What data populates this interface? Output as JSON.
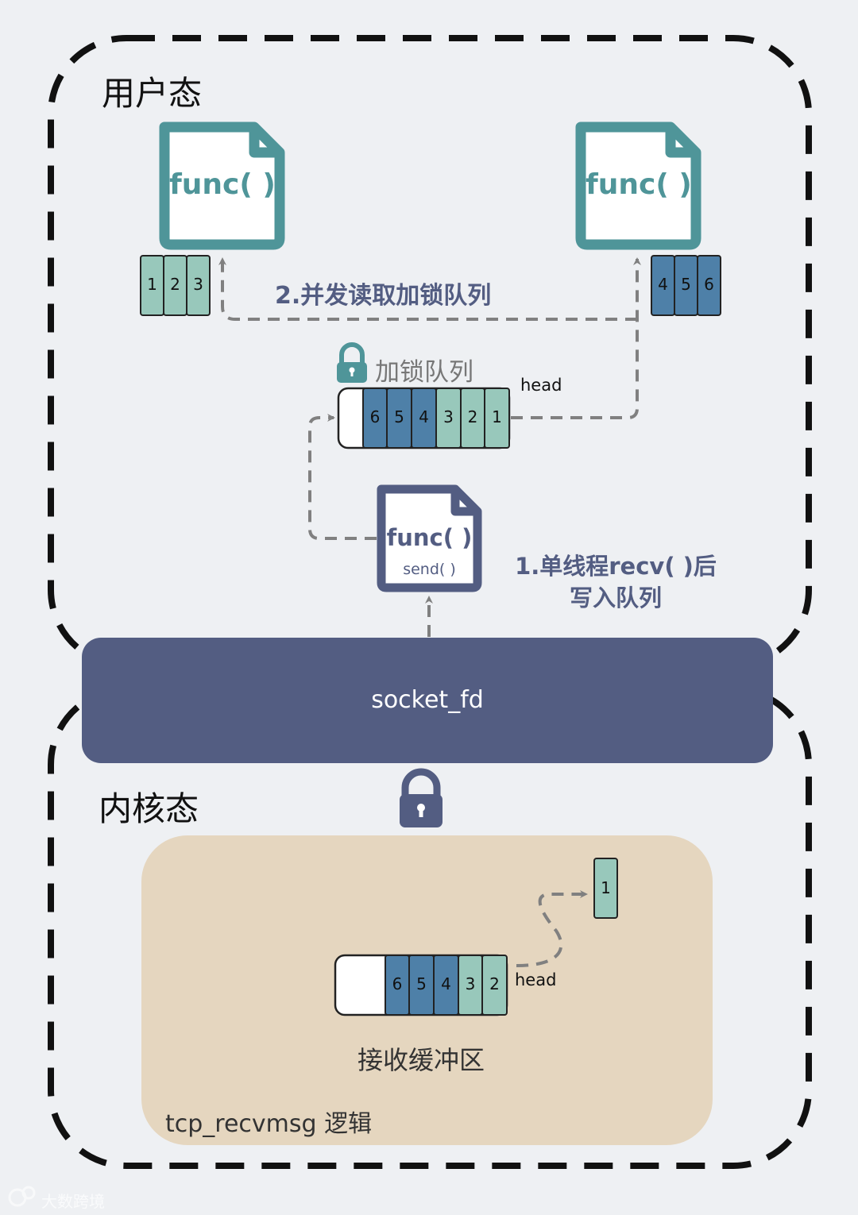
{
  "user_space": {
    "title": "用户态"
  },
  "kernel_space": {
    "title": "内核态"
  },
  "worker_left": {
    "func_label": "func( )",
    "queue": [
      "1",
      "2",
      "3"
    ]
  },
  "worker_right": {
    "func_label": "func( )",
    "queue": [
      "4",
      "5",
      "6"
    ]
  },
  "concurrent_read_label": "2.并发读取加锁队列",
  "locked_queue": {
    "label": "加锁队列",
    "head_label": "head",
    "items": [
      {
        "value": "6",
        "kind": "dark"
      },
      {
        "value": "5",
        "kind": "dark"
      },
      {
        "value": "4",
        "kind": "dark"
      },
      {
        "value": "3",
        "kind": "light"
      },
      {
        "value": "2",
        "kind": "light"
      },
      {
        "value": "1",
        "kind": "light"
      }
    ]
  },
  "recv_thread": {
    "func_label": "func( )",
    "send_label": "send( )"
  },
  "single_thread_label": {
    "line1": "1.单线程recv( )后",
    "line2": "写入队列"
  },
  "socket_label": "socket_fd",
  "kernel_buffer": {
    "head_label": "head",
    "items": [
      {
        "value": "6",
        "kind": "dark"
      },
      {
        "value": "5",
        "kind": "dark"
      },
      {
        "value": "4",
        "kind": "dark"
      },
      {
        "value": "3",
        "kind": "light"
      },
      {
        "value": "2",
        "kind": "light"
      }
    ],
    "popped_item": "1",
    "label": "接收缓冲区",
    "logic_label": "tcp_recvmsg 逻辑"
  },
  "watermark": "大数跨境",
  "colors": {
    "teal": "#4f9599",
    "dark_cell": "#4e80a8",
    "light_cell": "#98c8bb",
    "navy": "#535d82",
    "sand": "#e5d6bf",
    "arrow": "#808080"
  }
}
